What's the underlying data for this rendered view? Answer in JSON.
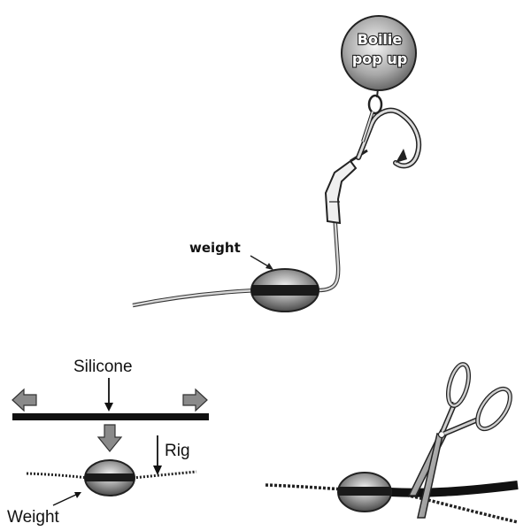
{
  "top_rig": {
    "bait_label_line1": "Boilie",
    "bait_label_line2": "pop up",
    "weight_label": "weight"
  },
  "silicone_panel": {
    "silicone_label": "Silicone",
    "rig_label": "Rig",
    "weight_label": "Weight"
  },
  "colors": {
    "line": "#1a1a1a",
    "weight_light": "#e8e8e8",
    "weight_dark": "#555555",
    "arrow_gray": "#888888"
  }
}
